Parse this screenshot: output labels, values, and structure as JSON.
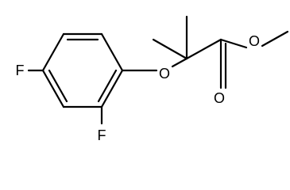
{
  "molecule": {
    "atoms": {
      "fluorine_para": "F",
      "fluorine_ortho": "F",
      "ether_oxygen": "O",
      "carbonyl_oxygen": "O",
      "ester_oxygen": "O"
    }
  },
  "colors": {
    "bond": "#000000",
    "label": "#000000",
    "background": "#ffffff"
  }
}
